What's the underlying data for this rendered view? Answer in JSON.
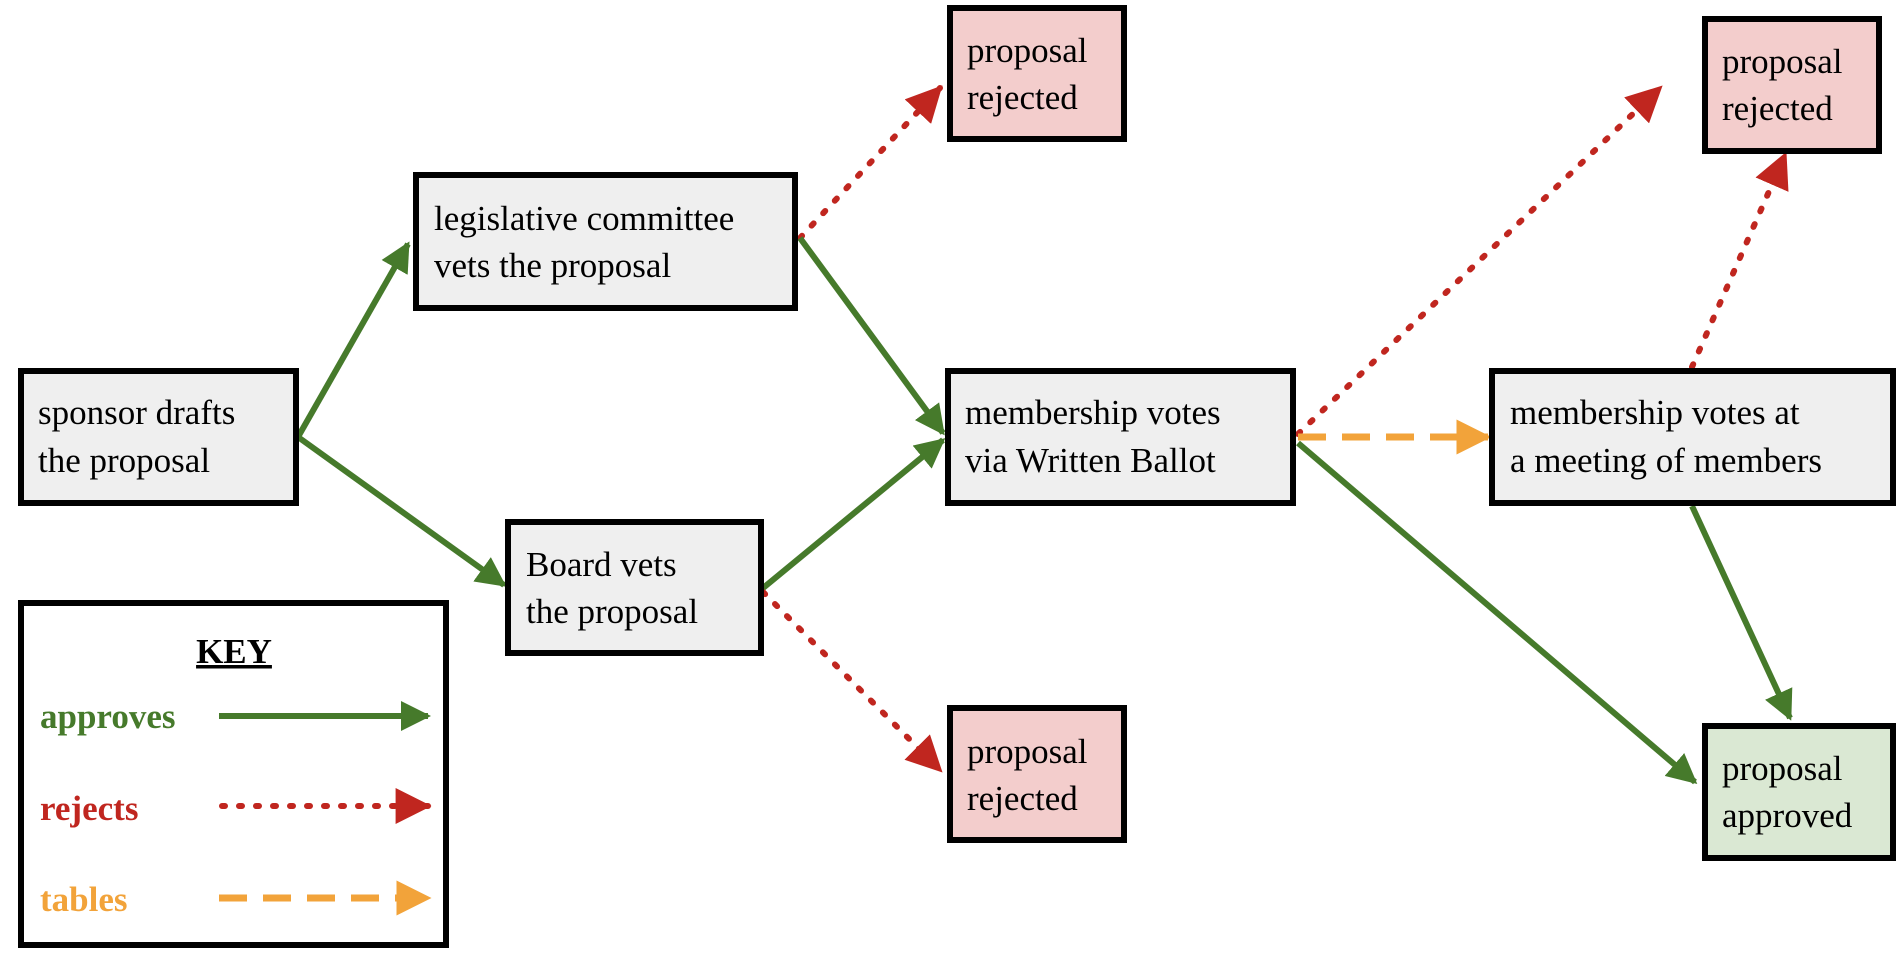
{
  "colors": {
    "node_fill": "#EFEFEF",
    "rejected_fill": "#F3CDCC",
    "approved_fill": "#DAE8D3",
    "approves": "#467A2B",
    "rejects": "#C0261F",
    "tables": "#F2A33A"
  },
  "nodes": {
    "sponsor": [
      "sponsor drafts",
      "the proposal"
    ],
    "legislative": [
      "legislative committee",
      "vets the proposal"
    ],
    "board": [
      "Board vets",
      "the proposal"
    ],
    "written_ballot": [
      "membership votes",
      "via Written Ballot"
    ],
    "meeting": [
      "membership votes at",
      "a meeting of members"
    ],
    "rejected_top": [
      "proposal",
      "rejected"
    ],
    "rejected_bottom": [
      "proposal",
      "rejected"
    ],
    "rejected_right": [
      "proposal",
      "rejected"
    ],
    "approved": [
      "proposal",
      "approved"
    ]
  },
  "edges": [
    {
      "from": "sponsor",
      "to": "legislative",
      "kind": "approves"
    },
    {
      "from": "sponsor",
      "to": "board",
      "kind": "approves"
    },
    {
      "from": "legislative",
      "to": "rejected_top",
      "kind": "rejects"
    },
    {
      "from": "legislative",
      "to": "written_ballot",
      "kind": "approves"
    },
    {
      "from": "board",
      "to": "written_ballot",
      "kind": "approves"
    },
    {
      "from": "board",
      "to": "rejected_bottom",
      "kind": "rejects"
    },
    {
      "from": "written_ballot",
      "to": "rejected_right",
      "kind": "rejects"
    },
    {
      "from": "written_ballot",
      "to": "meeting",
      "kind": "tables"
    },
    {
      "from": "written_ballot",
      "to": "approved",
      "kind": "approves"
    },
    {
      "from": "meeting",
      "to": "rejected_right",
      "kind": "rejects"
    },
    {
      "from": "meeting",
      "to": "approved",
      "kind": "approves"
    }
  ],
  "key": {
    "title": "KEY",
    "approves": "approves",
    "rejects": "rejects",
    "tables": "tables"
  }
}
